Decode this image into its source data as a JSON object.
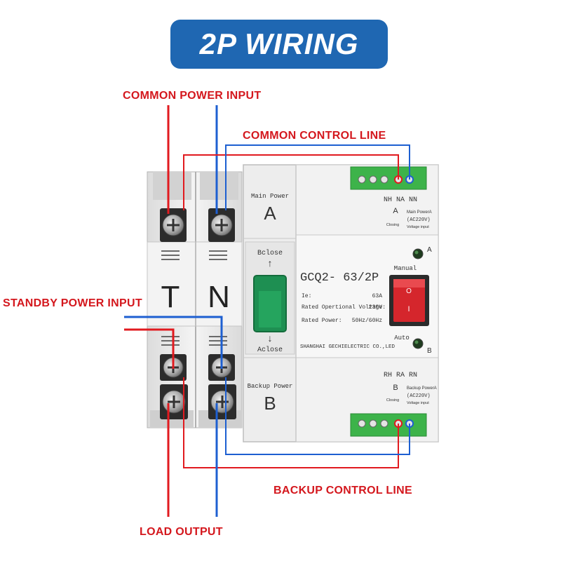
{
  "title": "2P WIRING",
  "labels": {
    "common_power_input": "COMMON POWER INPUT",
    "common_control_line": "COMMON CONTROL LINE",
    "standby_power_input": "STANDBY POWER INPUT",
    "backup_control_line": "BACKUP CONTROL LINE",
    "load_output": "LOAD OUTPUT"
  },
  "device": {
    "pole_t": "T",
    "pole_n": "N",
    "main_power": "Main Power",
    "main_letter": "A",
    "backup_power": "Backup Power",
    "backup_letter": "B",
    "bclose": "Bclose",
    "aclose": "Aclose",
    "model": "GCQ2- 63/2P",
    "ie_label": "Ie:",
    "ie_value": "63A",
    "rated_voltage_label": "Rated Opertional Voltage:",
    "rated_voltage_value": "230V",
    "rated_power_label": "Rated Power:",
    "rated_power_value": "50Hz/60Hz",
    "manufacturer": "SHANGHAI GECHIELECTRIC CO.,LED",
    "manual": "Manual",
    "auto": "Auto",
    "indicator_a": "A",
    "indicator_b": "B",
    "switch_on": "O",
    "switch_off": "I",
    "top_terminals": "NH NA NN",
    "top_a": "A",
    "top_closing": "Closing",
    "top_power": "Main PowerA",
    "top_ac": "(AC220V)",
    "top_voltage": "Voltage input",
    "bottom_terminals": "RH RA RN",
    "bottom_b": "B",
    "bottom_closing": "Closing",
    "bottom_power": "Backup PowerA",
    "bottom_ac": "(AC220V)",
    "bottom_voltage": "Voltage input"
  },
  "colors": {
    "banner": "#1f67b2",
    "label_red": "#d4171d",
    "wire_red": "#e11a1f",
    "wire_blue": "#1d5fd1",
    "terminal_green": "#3db34a",
    "switch_red": "#d5262c"
  }
}
